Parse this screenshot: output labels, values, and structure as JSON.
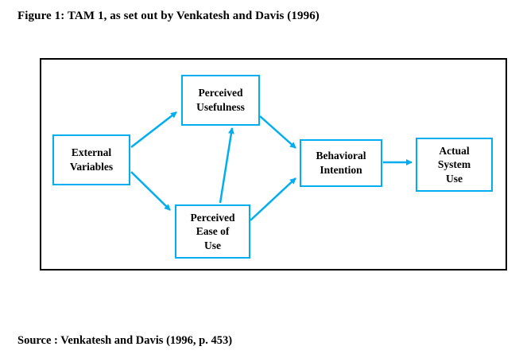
{
  "title": "Figure 1: TAM 1, as set out by Venkatesh and Davis (1996)",
  "source": "Source : Venkatesh and Davis (1996, p. 453)",
  "colors": {
    "accent": "#00AEEF",
    "frame_border": "#000000",
    "text": "#000000",
    "background": "#FFFFFF"
  },
  "diagram": {
    "nodes": [
      {
        "id": "external-variables",
        "label": "External Variables",
        "lines": [
          "External",
          "Variables"
        ]
      },
      {
        "id": "perceived-usefulness",
        "label": "Perceived Usefulness",
        "lines": [
          "Perceived",
          "Usefulness"
        ]
      },
      {
        "id": "perceived-ease-of-use",
        "label": "Perceived Ease of Use",
        "lines": [
          "Perceived",
          "Ease of",
          "Use"
        ]
      },
      {
        "id": "behavioral-intention",
        "label": "Behavioral Intention",
        "lines": [
          "Behavioral",
          "Intention"
        ]
      },
      {
        "id": "actual-system-use",
        "label": "Actual System Use",
        "lines": [
          "Actual",
          "System",
          "Use"
        ]
      }
    ],
    "edges": [
      {
        "from": "external-variables",
        "to": "perceived-usefulness"
      },
      {
        "from": "external-variables",
        "to": "perceived-ease-of-use"
      },
      {
        "from": "perceived-ease-of-use",
        "to": "perceived-usefulness"
      },
      {
        "from": "perceived-usefulness",
        "to": "behavioral-intention"
      },
      {
        "from": "perceived-ease-of-use",
        "to": "behavioral-intention"
      },
      {
        "from": "behavioral-intention",
        "to": "actual-system-use"
      }
    ]
  }
}
